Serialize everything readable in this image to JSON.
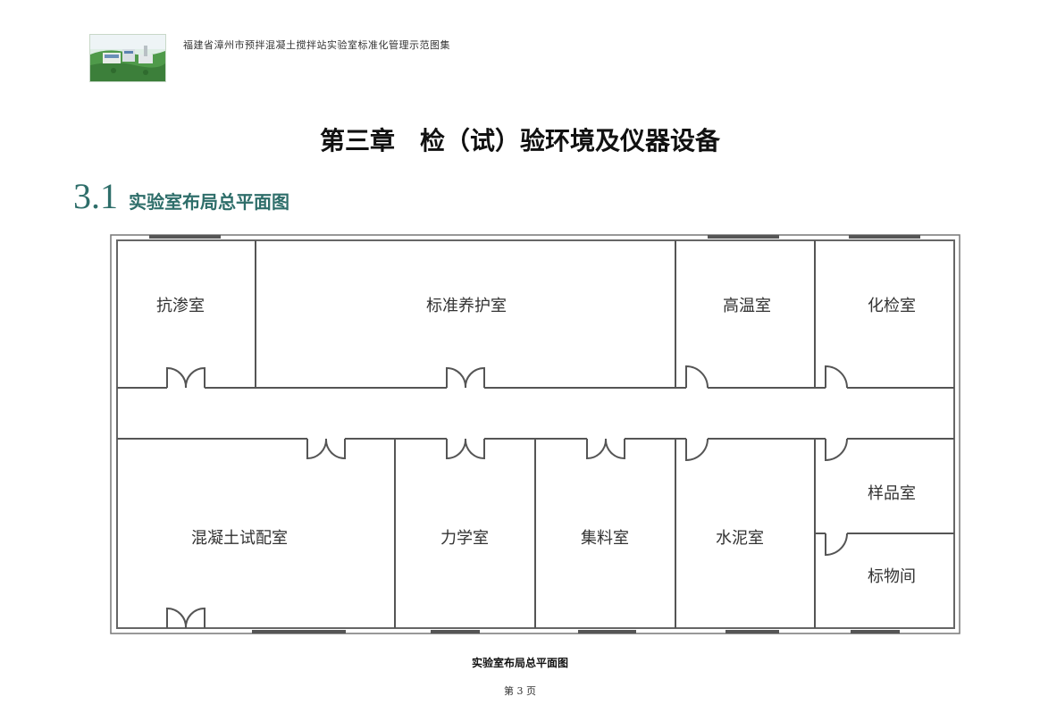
{
  "header": {
    "text": "福建省漳州市预拌混凝土搅拌站实验室标准化管理示范图集"
  },
  "chapter": {
    "title": "第三章　检（试）验环境及仪器设备"
  },
  "section": {
    "number": "3.1",
    "title": "实验室布局总平面图"
  },
  "rooms": {
    "kangshen": "抗渗室",
    "biaozhun_yanghu": "标准养护室",
    "gaowen": "高温室",
    "huajian": "化检室",
    "hunningtu_shipei": "混凝土试配室",
    "lixue": "力学室",
    "jiliao": "集料室",
    "shuini": "水泥室",
    "yangpin": "样品室",
    "biaowu": "标物间"
  },
  "figure": {
    "caption": "实验室布局总平面图"
  },
  "footer": {
    "page": "第 3 页"
  }
}
